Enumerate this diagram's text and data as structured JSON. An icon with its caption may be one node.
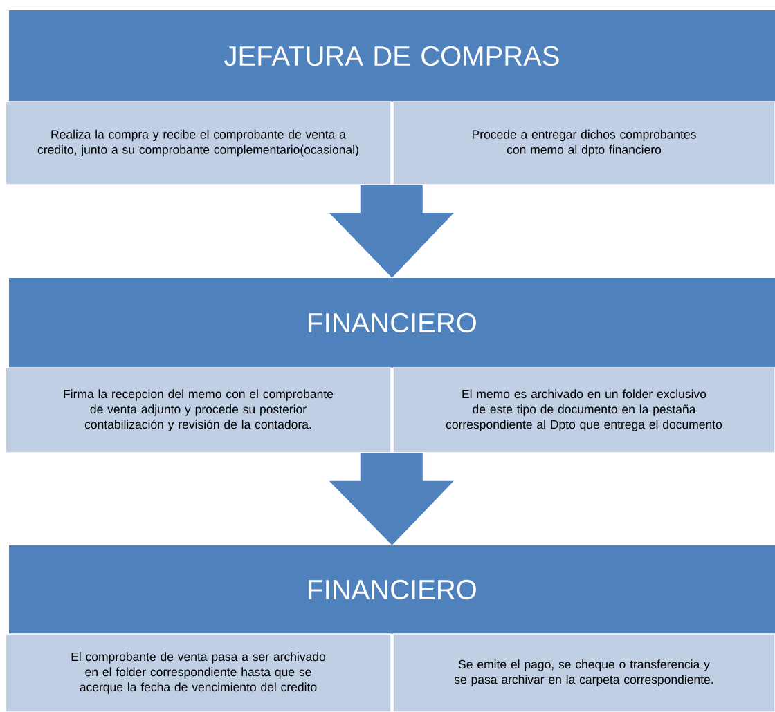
{
  "diagram": {
    "nodes": [
      {
        "text": [
          "JEFATURA DE COMPRAS"
        ]
      },
      {
        "text": [
          "Realiza la compra y recibe el comprobante de venta a credito, junto a su comprobante complementario(ocasional)"
        ]
      },
      {
        "text": [
          "Procede a entregar dichos comprobantes con memo al dpto financiero"
        ]
      },
      {
        "text": [
          "FINANCIERO"
        ]
      },
      {
        "text": [
          "Firma la recepcion del memo con el comprobante de venta adjunto y procede su posterior contabilización y revisión de la contadora."
        ]
      },
      {
        "text": [
          "El memo es archivado en un folder exclusivo de este tipo de documento en la pestaña correspondiente al Dpto que entrega el documento"
        ]
      },
      {
        "text": [
          "FINANCIERO"
        ]
      },
      {
        "text": [
          "El comprobante de venta pasa a ser archivado en el folder correspondiente hasta que se acerque la fecha de vencimiento del credito"
        ]
      },
      {
        "text": [
          "Se emite el pago, se cheque o transferencia y se pasa archivar en la carpeta correspondiente."
        ]
      }
    ],
    "edges": [
      {
        "from": 1,
        "to": 3,
        "arrow": "to"
      },
      {
        "from": 4,
        "to": 6,
        "arrow": "to"
      }
    ]
  }
}
